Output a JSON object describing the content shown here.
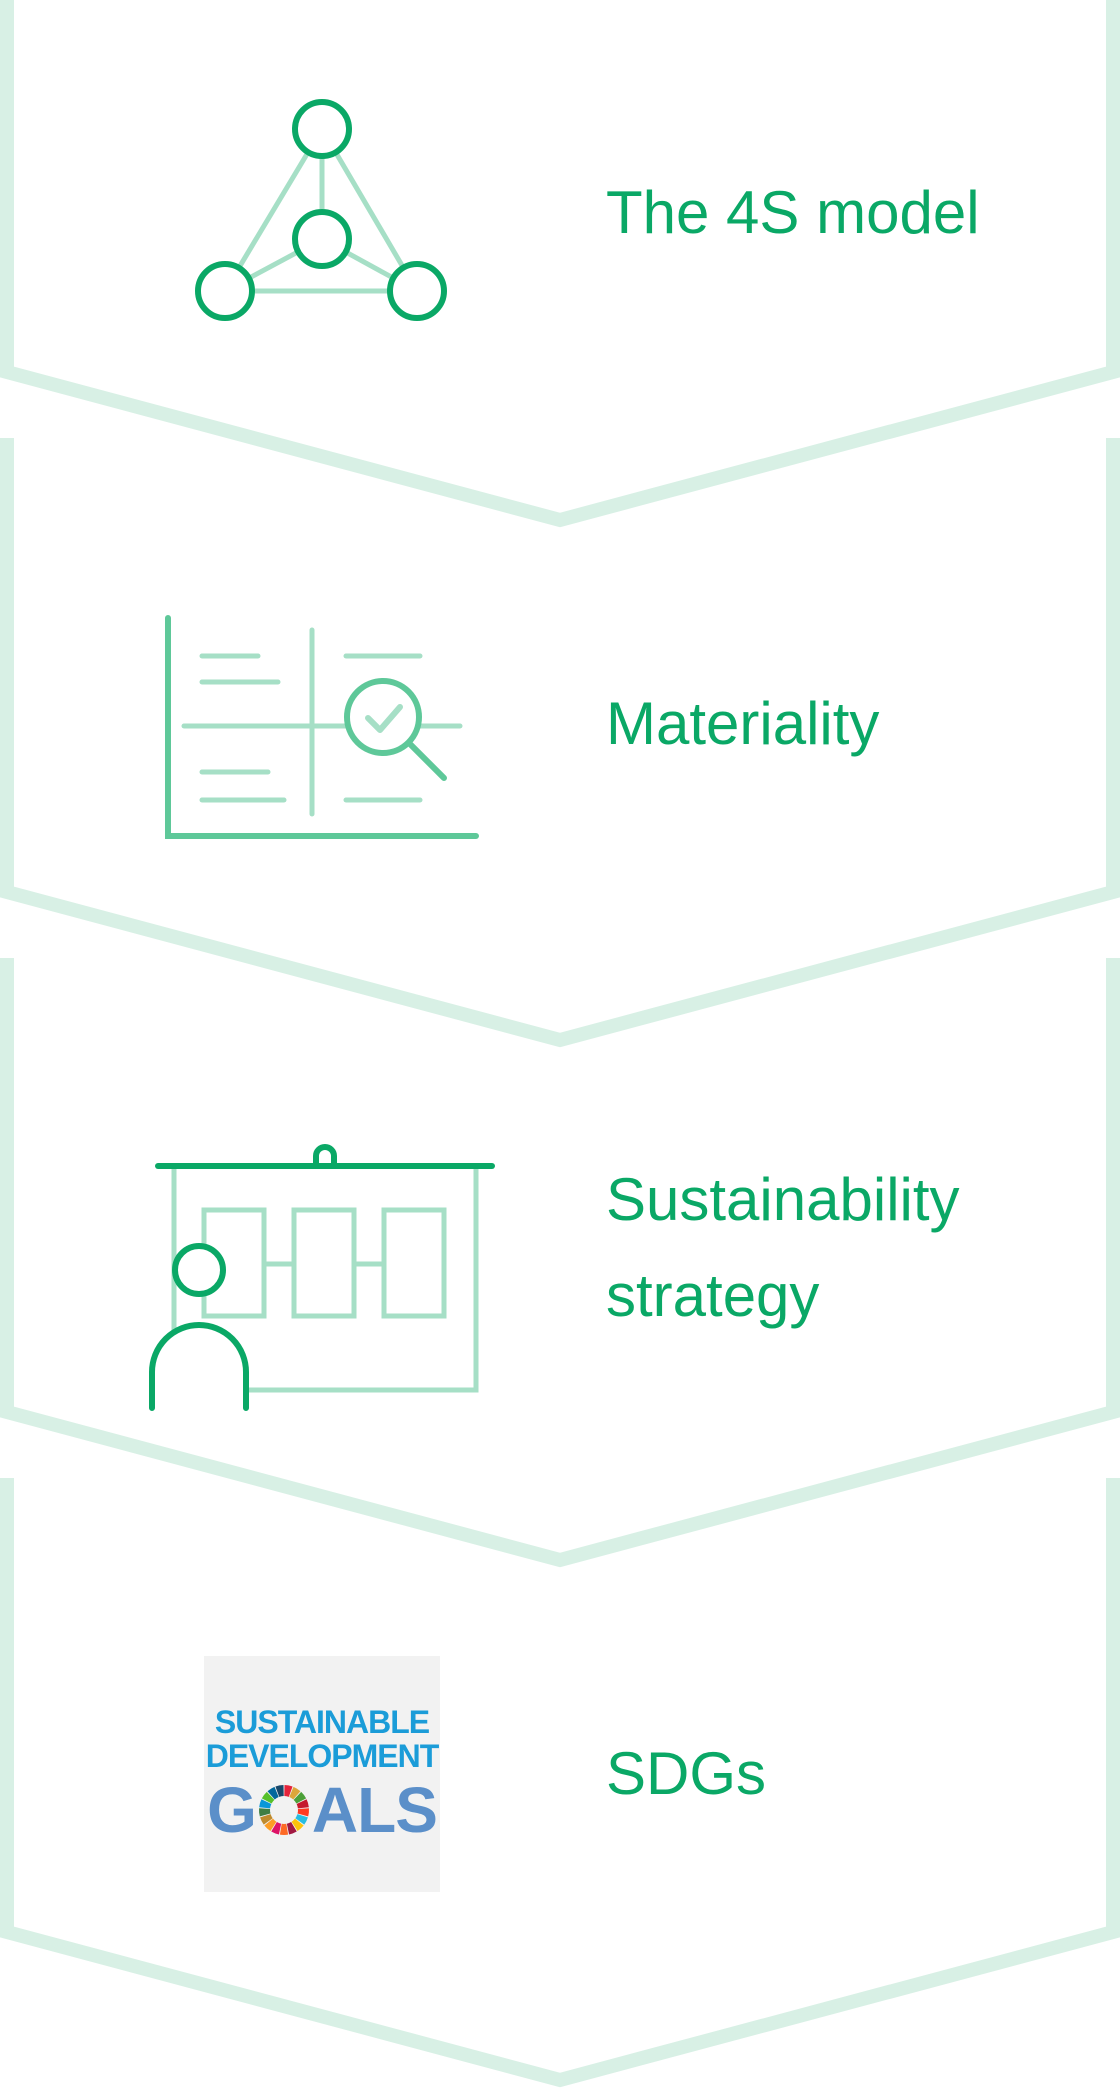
{
  "colors": {
    "accent": "#0aa866",
    "icon_light": "#a6dfc6",
    "chevron": "#d8f0e5",
    "logo_bg": "#f2f2f2",
    "logo_blue": "#1b9cd8",
    "logo_goals": "#5b8fc9"
  },
  "steps": [
    {
      "label": "The 4S model",
      "icon": "network-triangle-icon"
    },
    {
      "label": "Materiality",
      "icon": "materiality-analysis-icon"
    },
    {
      "label": "Sustainability\nstrategy",
      "icon": "strategy-presentation-icon"
    },
    {
      "label": "SDGs",
      "icon": "sdg-logo"
    }
  ],
  "sdg_logo": {
    "line1": "SUSTAINABLE",
    "line2": "DEVELOPMENT",
    "line3": "G",
    "line3_end": "ALS"
  }
}
